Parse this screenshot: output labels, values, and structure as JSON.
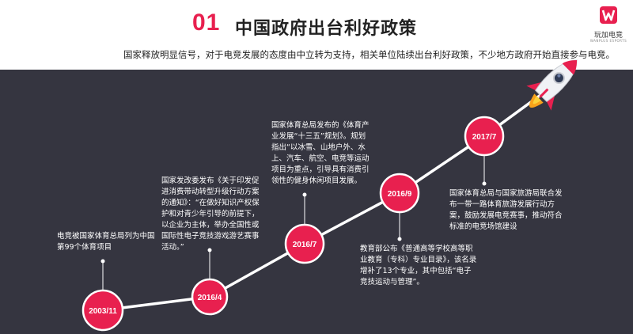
{
  "header": {
    "number": "01",
    "title": "中国政府出台利好政策",
    "subtitle": "国家释放明显信号，对于电竞发展的态度由中立转为支持，相关单位陆续出台利好政策，不少地方政府开始直接参与电竞。"
  },
  "logo": {
    "name": "玩加电竞",
    "sub": "WANPLUS ESPORTS",
    "color": "#e8204f"
  },
  "colors": {
    "accent": "#e8204f",
    "background": "#353540"
  },
  "timeline": [
    {
      "date": "2003/11",
      "text": "电竞被国家体育总局列为中国第99个体育项目"
    },
    {
      "date": "2016/4",
      "text": "国家发改委发布《关于印发促进消费带动转型升级行动方案的通知》：“在做好知识产权保护和对青少年引导的前提下，以企业为主体，举办全国性或国际性电子竞技游戏游艺赛事活动。”"
    },
    {
      "date": "2016/7",
      "text": "国家体育总局发布的《体育产业发展“十三五”规划》。规划指出“以冰雪、山地户外、水上、汽车、航空、电竞等运动项目为重点，引导具有消费引领性的健身休闲项目发展。"
    },
    {
      "date": "2016/9",
      "text": "教育部公布《普通高等学校高等职业教育（专科）专业目录》，该名录增补了13个专业，其中包括“电子竞技运动与管理”。"
    },
    {
      "date": "2017/7",
      "text": "国家体育总局与国家旅游局联合发布一带一路体育旅游发展行动方案，鼓励发展电竞赛事，推动符合标准的电竞场馆建设"
    }
  ]
}
